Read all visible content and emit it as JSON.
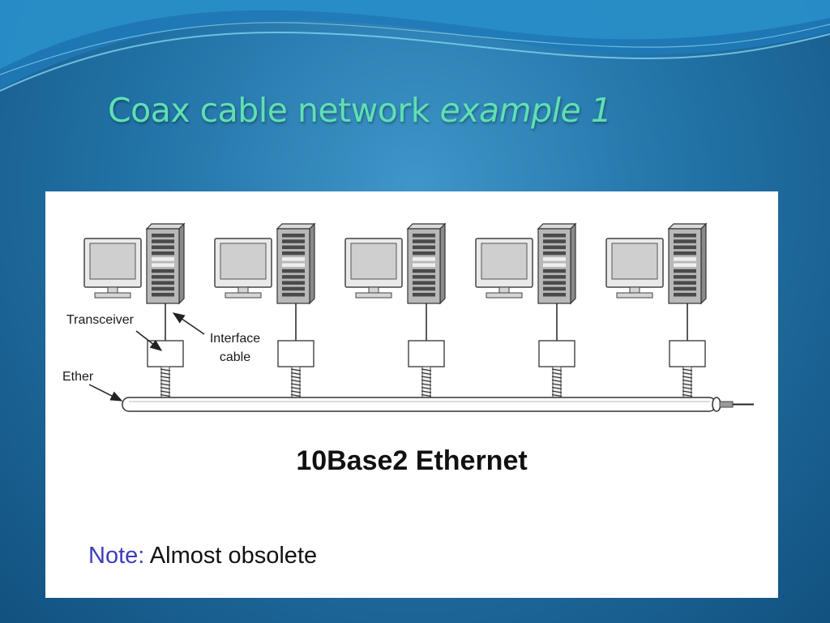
{
  "slide": {
    "title_main": "Coax cable network",
    "title_italic": "example 1"
  },
  "diagram": {
    "labels": {
      "transceiver": "Transceiver",
      "interface_line1": "Interface",
      "interface_line2": "cable",
      "ether": "Ether"
    },
    "caption": "10Base2 Ethernet",
    "note_label": "Note:",
    "note_text": "Almost obsolete",
    "station_count": 5
  },
  "colors": {
    "title": "#5fe0b3",
    "note_label": "#3d3dbb"
  }
}
